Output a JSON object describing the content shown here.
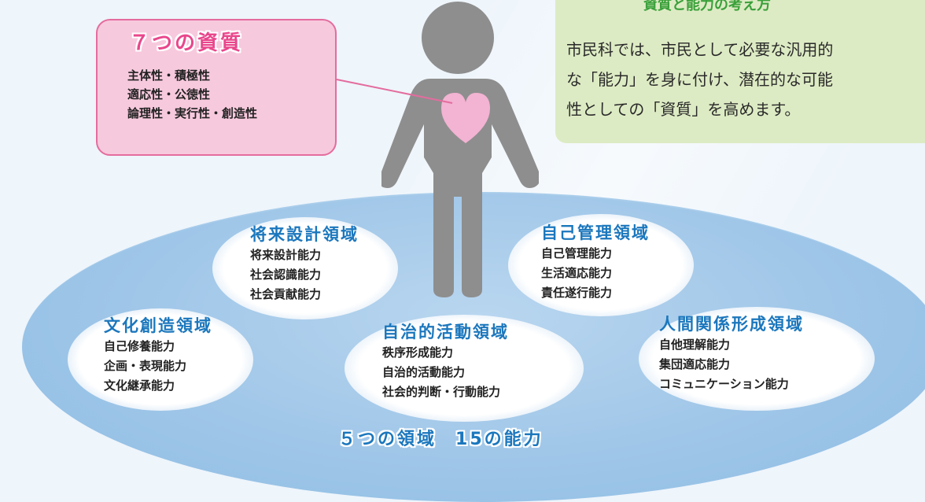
{
  "traits": {
    "title": "７つの資質",
    "lines": [
      "主体性・積極性",
      "適応性・公徳性",
      "論理性・実行性・創造性"
    ]
  },
  "concept": {
    "title": "資質と能力の考え方",
    "text": "市民科では、市民として必要な汎用的\nな「能力」を身に付け、潜在的な可能\n性としての「資質」を高めます。"
  },
  "domains": [
    {
      "title": "将来設計領域",
      "items": [
        "将来設計能力",
        "社会認識能力",
        "社会貢献能力"
      ]
    },
    {
      "title": "自己管理領域",
      "items": [
        "自己管理能力",
        "生活適応能力",
        "責任遂行能力"
      ]
    },
    {
      "title": "文化創造領域",
      "items": [
        "自己修養能力",
        "企画・表現能力",
        "文化継承能力"
      ]
    },
    {
      "title": "自治的活動領域",
      "items": [
        "秩序形成能力",
        "自治的活動能力",
        "社会的判断・行動能力"
      ]
    },
    {
      "title": "人間関係形成領域",
      "items": [
        "自他理解能力",
        "集団適応能力",
        "コミュニケーション能力"
      ]
    }
  ],
  "summary": {
    "domains": "５つの領域",
    "abilities": "15の能力"
  },
  "colors": {
    "pink_border": "#e46c9e",
    "pink_fill": "#f7c9dd",
    "green_fill": "#ddebc4",
    "blue_text": "#1b77bd",
    "person": "#8e8e8e",
    "heart": "#f3b3d2"
  },
  "icons": {
    "person": "person-silhouette-icon",
    "heart": "heart-icon"
  }
}
